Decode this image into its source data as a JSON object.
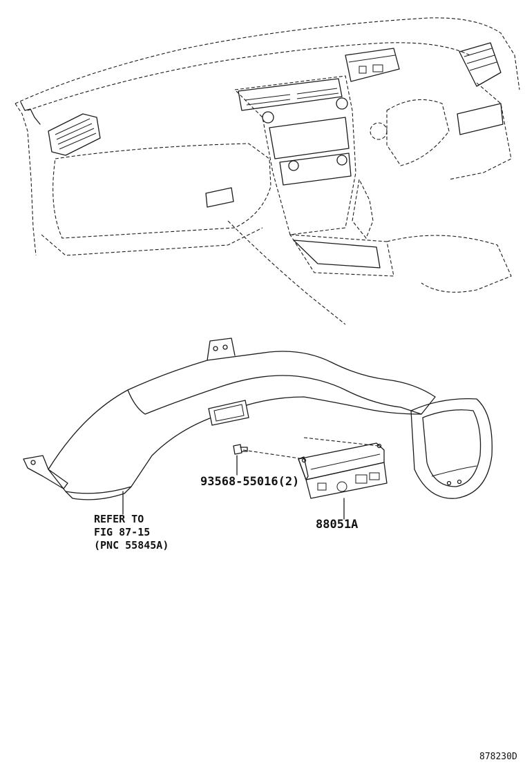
{
  "labels": {
    "refer_line1": "REFER TO",
    "refer_line2": "FIG 87-15",
    "refer_line3": "(PNC 55845A)",
    "screw_part": "93568-55016(2)",
    "module_part": "88051A",
    "diagram_id": "878230D"
  },
  "colors": {
    "line": "#1a1a1a",
    "background": "#ffffff"
  }
}
